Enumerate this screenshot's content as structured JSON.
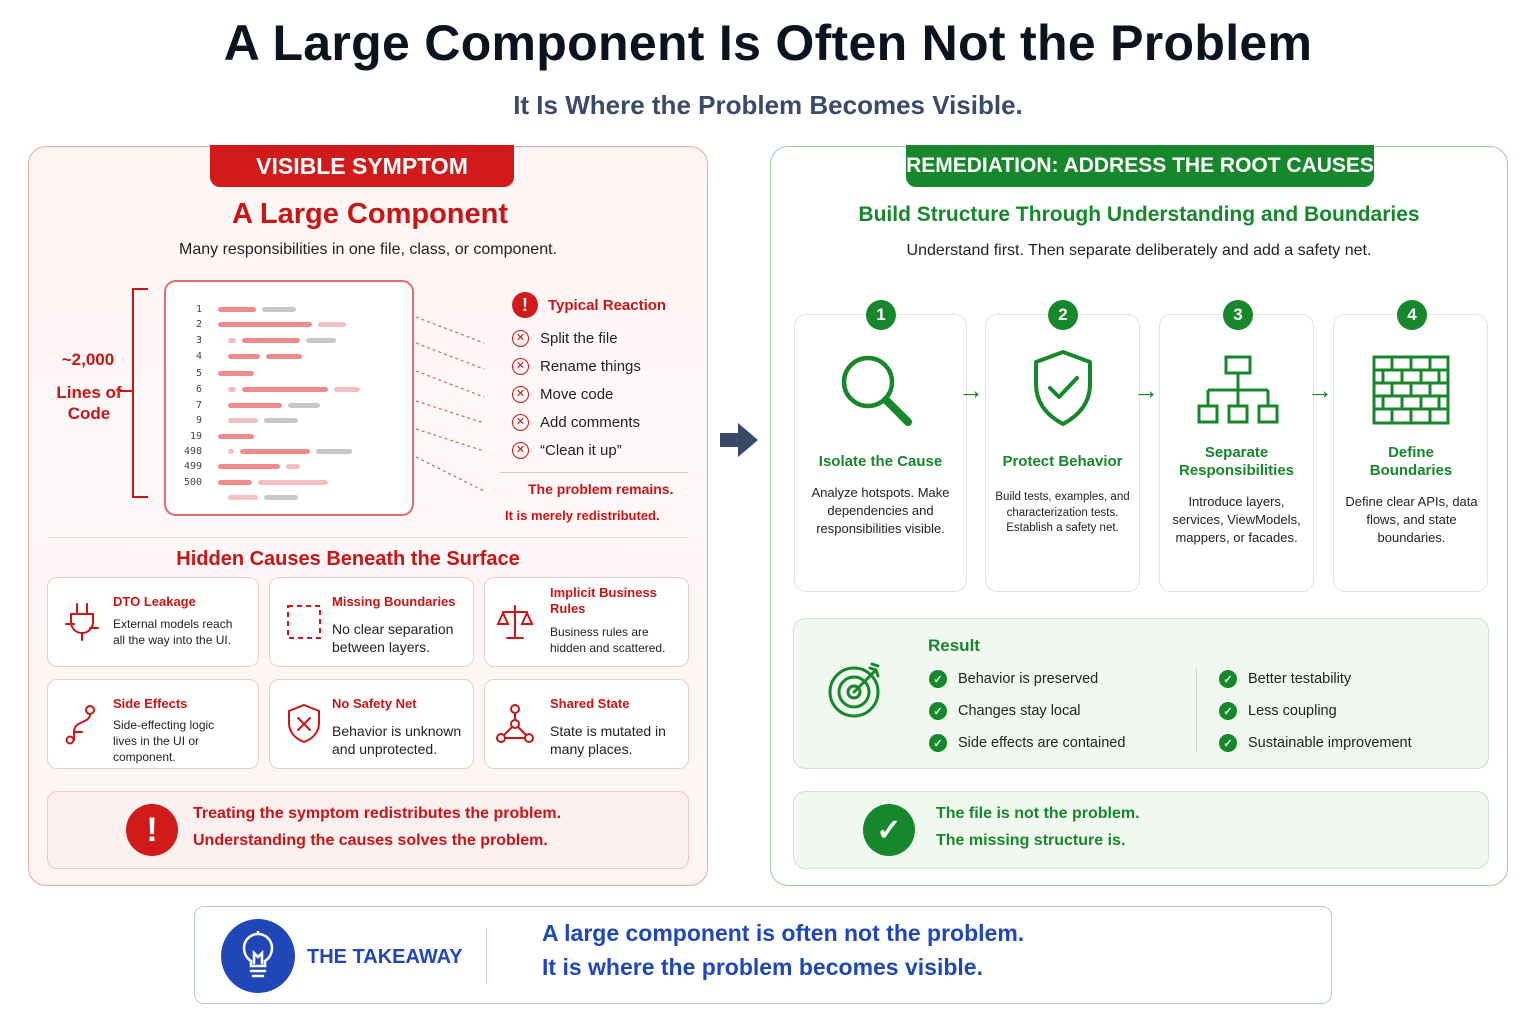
{
  "header": {
    "title": "A Large Component Is Often Not the Problem",
    "subtitle": "It Is Where the Problem Becomes Visible."
  },
  "symptom": {
    "banner": "VISIBLE SYMPTOM",
    "heading": "A Large Component",
    "description": "Many responsibilities in one file, class, or component.",
    "lines_count": "~2,000",
    "lines_label": "Lines of Code",
    "code_line_numbers": [
      "1",
      "2",
      "3",
      "4",
      "5",
      "6",
      "7",
      "9",
      "19",
      "498",
      "499",
      "500"
    ],
    "reaction_title": "Typical Reaction",
    "reactions": [
      "Split the file",
      "Rename things",
      "Move code",
      "Add comments",
      "“Clean it up”"
    ],
    "remains": "The problem remains.",
    "redistributed": "It is merely redistributed.",
    "hidden_title": "Hidden Causes Beneath the Surface",
    "causes": [
      {
        "title": "DTO Leakage",
        "desc": "External models reach all the way into the UI.",
        "icon": "plug-icon"
      },
      {
        "title": "Missing Boundaries",
        "desc": "No clear separation between layers.",
        "icon": "dashed-box-icon"
      },
      {
        "title": "Implicit Business Rules",
        "desc": "Business rules are hidden and scattered.",
        "icon": "scales-icon"
      },
      {
        "title": "Side Effects",
        "desc": "Side-effecting logic lives in the UI or component.",
        "icon": "branch-icon"
      },
      {
        "title": "No Safety Net",
        "desc": "Behavior is unknown and unprotected.",
        "icon": "shield-x-icon"
      },
      {
        "title": "Shared State",
        "desc": "State is mutated in many places.",
        "icon": "network-icon"
      }
    ],
    "warning_line1": "Treating the symptom redistributes the problem.",
    "warning_line2": "Understanding the causes solves the problem."
  },
  "remediation": {
    "banner": "REMEDIATION: ADDRESS THE ROOT CAUSES",
    "heading": "Build Structure Through Understanding and Boundaries",
    "description": "Understand first. Then separate deliberately and add a safety net.",
    "steps": [
      {
        "num": "1",
        "title": "Isolate the Cause",
        "desc": "Analyze hotspots. Make dependencies and responsibilities visible.",
        "icon": "magnifier-icon"
      },
      {
        "num": "2",
        "title": "Protect Behavior",
        "desc": "Build tests, examples, and characterization tests. Establish a safety net.",
        "icon": "shield-check-icon"
      },
      {
        "num": "3",
        "title": "Separate Responsibilities",
        "desc": "Introduce layers, services, ViewModels, mappers, or facades.",
        "icon": "hierarchy-icon"
      },
      {
        "num": "4",
        "title": "Define Boundaries",
        "desc": "Define clear APIs, data flows, and state boundaries.",
        "icon": "brick-wall-icon"
      }
    ],
    "result_title": "Result",
    "results_left": [
      "Behavior is preserved",
      "Changes stay local",
      "Side effects are contained"
    ],
    "results_right": [
      "Better testability",
      "Less coupling",
      "Sustainable improvement"
    ],
    "structure_line1": "The file is not the problem.",
    "structure_line2": "The missing structure is."
  },
  "takeaway": {
    "label": "THE TAKEAWAY",
    "line1": "A large component is often not the problem.",
    "line2": "It is where the problem becomes visible."
  },
  "colors": {
    "symptom_red": "#d11a1a",
    "remedy_green": "#17872b",
    "takeaway_blue": "#1f47b8"
  }
}
